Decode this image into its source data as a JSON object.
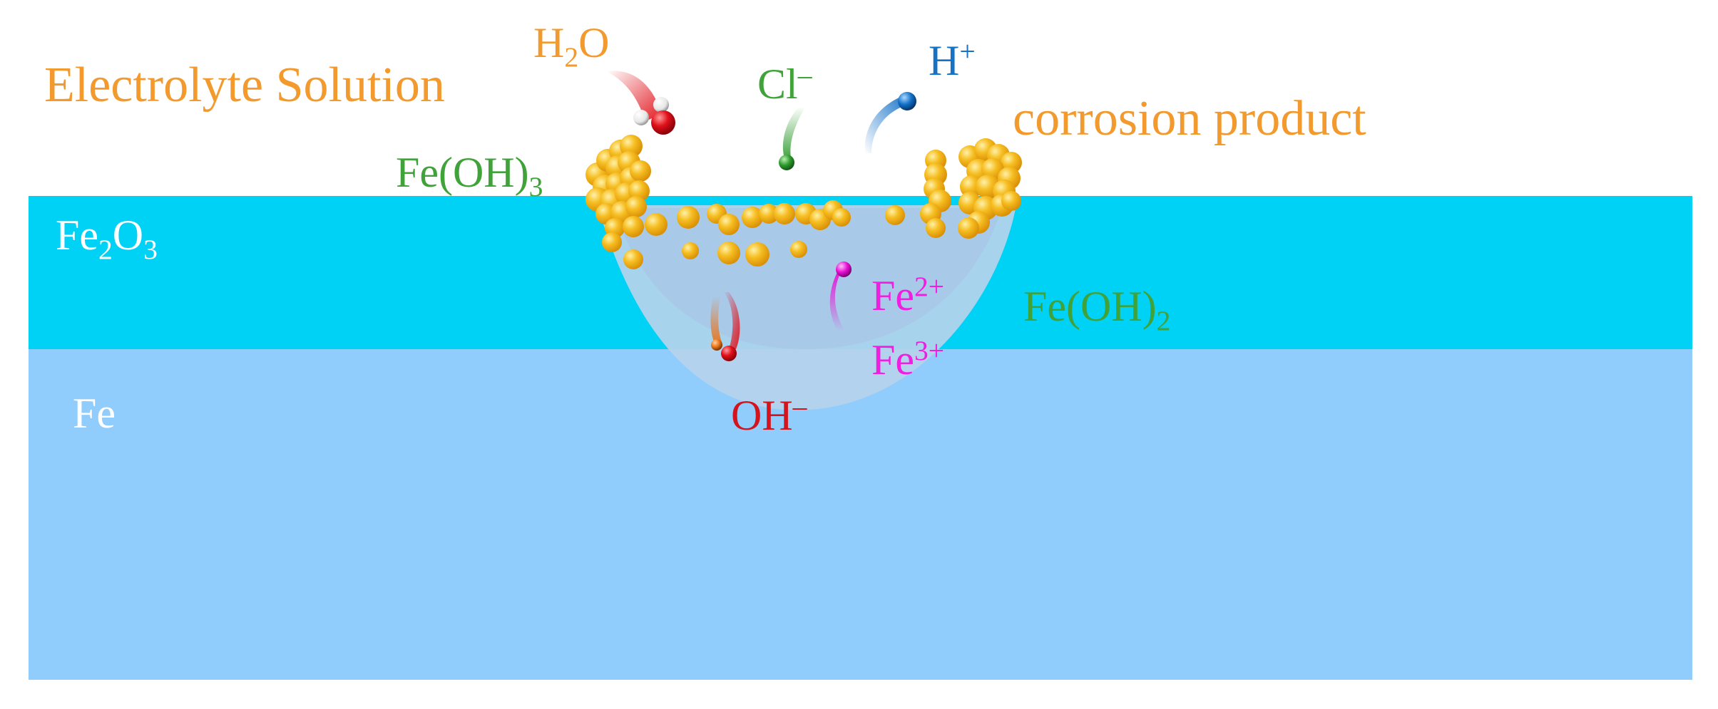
{
  "labels": {
    "electrolyte": "Electrolyte Solution",
    "corrosion_product": "corrosion product",
    "h2o": {
      "base": "H",
      "sub": "2",
      "tail": "O"
    },
    "cl": {
      "base": "Cl",
      "sup": "–"
    },
    "h_plus": {
      "base": "H",
      "sup": "+"
    },
    "feoh3": {
      "base": "Fe(OH)",
      "sub": "3"
    },
    "feoh2": {
      "base": "Fe(OH)",
      "sub": "2"
    },
    "fe2o3": {
      "base": "Fe",
      "sub1": "2",
      "mid": "O",
      "sub2": "3"
    },
    "fe2plus": {
      "base": "Fe",
      "sup": "2+"
    },
    "fe3plus": {
      "base": "Fe",
      "sup": "3+"
    },
    "oh_minus": {
      "base": "OH",
      "sup": "–"
    },
    "fe": "Fe"
  },
  "colors": {
    "orange_text": "#F39A2E",
    "green_text": "#3FA33A",
    "blue_text": "#1473C4",
    "magenta_text": "#F01EE0",
    "red_text": "#D4141C",
    "white_text": "#FFFFFF",
    "oxide_layer": "#00D2F6",
    "iron_layer": "#90CCFC",
    "pit": "#B8D4EC",
    "particle": "#F2B418"
  }
}
